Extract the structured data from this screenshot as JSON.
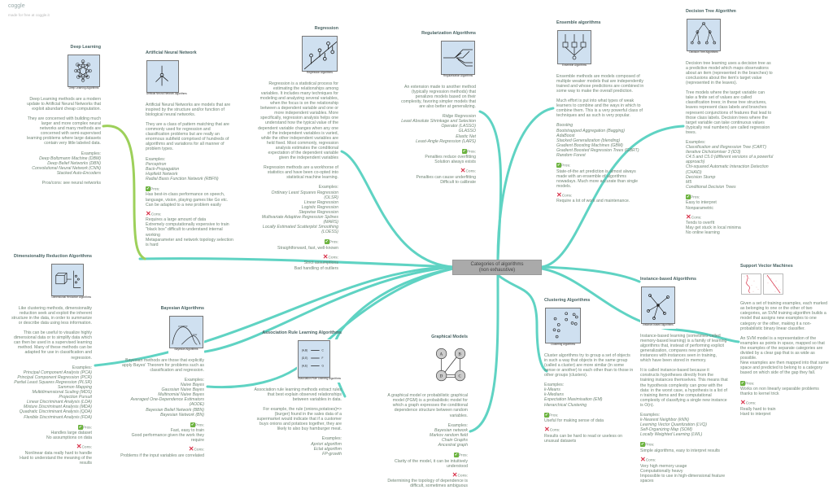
{
  "brand": {
    "logo": "coggle",
    "tagline": "made for free at coggle.it"
  },
  "center": {
    "line1": "Categories of algorithms",
    "line2": "(non exhaustive)"
  },
  "colors": {
    "branch": "#5fd3c3",
    "deep_learning_branch": "#9dd05a",
    "pros": "#6cb33f",
    "cons": "#d8334a"
  },
  "labels": {
    "examples": "Examples:",
    "pros": "Pros:",
    "cons": "Cons:"
  },
  "sections": [
    {
      "id": "deep",
      "title": "Deep Learning",
      "caption": "Deep Learning Algorithms",
      "icon": "neural-mesh-icon",
      "paras": [
        "Deep Learning methods are a modern update to Artificial Neural Networks that exploit abundant cheap computation.",
        "They are concerned with building much larger and more complex neural networks and many methods are concerned with semi-supervised learning problems where large datasets contain very little labeled data."
      ],
      "examples": [
        "Deep Boltzmann Machine (DBM)",
        "Deep Belief Networks (DBN)",
        "Convolutional Neural Network (CNN)",
        "Stacked Auto-Encoders"
      ],
      "note": "Pros/cons: see neural networks"
    },
    {
      "id": "ann",
      "title": "Artificial Neural Network",
      "caption": "Artificial Neural Network Algorithms",
      "icon": "neuron-icon",
      "paras": [
        "Artificial Neural Networks are models that are inspired by the structure and/or function of biological neural networks.",
        "They are a class of pattern matching that are commonly used for regression and classification problems but are really an enormous subfield comprised of hundreds of algorithms and variations for all manner of problem types."
      ],
      "examples": [
        "Perceptron",
        "Back-Propagation",
        "Hopfield Network",
        "Radial Basis Function Network (RBFN)"
      ],
      "pros": [
        "Has best-in-class performance on speech, language, vision, playing games like Go etc.",
        "Can be adapted to a new problem easily"
      ],
      "cons": [
        "Requires a large amount of data",
        "Extremely computationally expensive to train",
        "\"black box\" difficult to understand internal working",
        "Metaparameter and network topology selection is hard"
      ]
    },
    {
      "id": "reg",
      "title": "Regression",
      "caption": "Regression Algorithms",
      "icon": "regression-line-icon",
      "paras": [
        "Regression is a statistical process for estimating the relationships among variables. It includes many techniques for modeling and analyzing several variables, when the focus is on the relationship between a dependent variable and one or more independent variables. More specifically, regression analysis helps one understand how the typical value of the dependent variable changes when any one of the independent variables is varied, while the other independent variables are held fixed. Most commonly, regression analysis estimates the conditional expectation of the dependent variable given the independent variables",
        "Regression methods are a workhorse of statistics and have been co-opted into statistical machine learning."
      ],
      "examples": [
        "Ordinary Least Squares Regression (OLSR)",
        "Linear Regression",
        "Logistic Regression",
        "Stepwise Regression",
        "Multivariate Adaptive Regression Splines (MARS)",
        "Locally Estimated Scatterplot Smoothing (LOESS)"
      ],
      "pros": [
        "Straightforward, fast, well-known"
      ],
      "cons": [
        "Strict assumptions",
        "Bad handling of outliers"
      ]
    },
    {
      "id": "regu",
      "title": "Regularization Algorithms",
      "caption": "Regularization Algorithms",
      "icon": "branching-lines-icon",
      "paras": [
        "An extension made to another method (typically regression methods) that penalizes models based on their complexity, favoring simpler models that are also better at generalizing."
      ],
      "examples": [
        "Ridge Regression",
        "Least Absolute Shrinkage and Selection Operator (LASSO)",
        "GLASSO",
        "Elastic Net",
        "Least-Angle Regression (LARS)"
      ],
      "pros": [
        "Penalties reduce overfitting",
        "Solution always exists"
      ],
      "cons": [
        "Penalties can cause underfitting",
        "Difficult to calibrate"
      ]
    },
    {
      "id": "ens",
      "title": "Ensemble algorithms",
      "caption": "Ensemble Algorithms",
      "icon": "ensemble-icon",
      "paras": [
        "Ensemble methods are models composed of multiple weaker models that are independently trained and whose predictions are combined in some way to make the overall prediction.",
        "Much effort is put into what types of weak learners to combine and the ways in which to combine them. This is a very powerful class of techniques and as such is very popular."
      ],
      "examples": [
        "Boosting",
        "Bootstrapped Aggregation (Bagging)",
        "AdaBoost",
        "Stacked Generalization (blending)",
        "Gradient Boosting Machines (GBM)",
        "Gradient Boosted Regression Trees (GBRT)",
        "Random Forest"
      ],
      "pros": [
        "State-of-the art prediction is almost always made with an ensemble of algorithms nowadays. Much more accurate than single models."
      ],
      "cons": [
        "Require a lot of work and maintenance."
      ]
    },
    {
      "id": "dt",
      "title": "Decision Tree Algorithm",
      "caption": "Decision Tree Algorithms",
      "icon": "tree-icon",
      "paras": [
        "Decision tree learning uses a decision tree as a predictive model which maps observations about an item (represented in the branches) to conclusions about the item's target value (represented in the leaves).",
        "Tree models where the target variable can take a finite set of values are called classification trees; in these tree structures, leaves represent class labels and branches represent conjunctions of features that lead to those class labels. Decision trees where the target variable can take continuous values (typically real numbers) are called regression trees."
      ],
      "examples": [
        "Classification and Regression Tree (CART)",
        "Iterative Dichotomiser 3 (ID3)",
        "C4.5 and C5.0 (different versions of a powerful approach)",
        "Chi-squared Automatic Interaction Detection (CHAID)",
        "Decision Stump",
        "M5",
        "Conditional Decision Trees"
      ],
      "pros": [
        "Easy to interpret",
        "Nonparametric"
      ],
      "cons": [
        "Tends to overfit",
        "May get stuck in local minima",
        "No online learning"
      ]
    },
    {
      "id": "dim",
      "title": "Dimensionality Reduction Algorithms",
      "caption": "Dimensional Reduction Algorithms",
      "icon": "cube-to-points-icon",
      "paras": [
        "Like clustering methods, dimensionality reduction seek and exploit the inherent structure in the data, in order to summarize or describe data using less information.",
        "This can be useful to visualize highly dimensional data or to simplify data which can then be used in a supervised learning method. Many of these methods can be adapted for use in classification and regression."
      ],
      "examples": [
        "Principal Component Analysis (PCA)",
        "Principal Component Regression (PCR)",
        "Partial Least Squares Regression (PLSR)",
        "Sammon Mapping",
        "Multidimensional Scaling (MDS)",
        "Projection Pursuit",
        "Linear Discriminant Analysis (LDA)",
        "Mixture Discriminant Analysis (MDA)",
        "Quadratic Discriminant Analysis (QDA)",
        "Flexible Discriminant Analysis (FDA)"
      ],
      "pros": [
        "Handles large dataset",
        "No assumptions on data"
      ],
      "cons": [
        "Nonlinear data really hard to handle",
        "Hard to understand the meaning of the results"
      ]
    },
    {
      "id": "bay",
      "title": "Bayesian Algorithms",
      "caption": "Bayesian Algorithms",
      "icon": "distribution-curves-icon",
      "img_labels": [
        "posterior",
        "prior"
      ],
      "paras": [
        "Bayesian methods are those that explicitly apply Bayes' Theorem for problems such as classification and regression."
      ],
      "examples": [
        "Naive Bayes",
        "Gaussian Naive Bayes",
        "Multinomial Naive Bayes",
        "Averaged One-Dependence Estimators (AODE)",
        "Bayesian Belief Network (BBN)",
        "Bayesian Network (BN)"
      ],
      "pros": [
        "Fast, easy to train",
        "Good performance given the work they require"
      ],
      "cons": [
        "Problems if the input variables are correlated"
      ]
    },
    {
      "id": "assoc",
      "title": "Association Rule Learning Algorithms",
      "caption": "Association Rule Learning Algorithms",
      "icon": "rules-arrows-icon",
      "img_labels": [
        "(A,B)",
        "C",
        "(D,E)",
        "F",
        "(A,E)",
        "G"
      ],
      "paras": [
        "Association rule learning methods extract rules that best explain observed relationships between variables in data.",
        "For example, the rule {onions,potatoes}=> {burger} found in the sales data of a supermarket would indicate that if a customer buys onions and potatoes together, they are likely to also buy hamburger meat."
      ],
      "examples": [
        "Apriori algorithm",
        "Eclat algorithm",
        "FP-growth"
      ]
    },
    {
      "id": "graph",
      "title": "Graphical Models",
      "caption": "",
      "icon": "graph-nodes-icon",
      "img_labels": [
        "A",
        "B",
        "D",
        "C"
      ],
      "paras": [
        "A graphical model or probabilistic graphical model (PGM) is a probabilistic model for which a graph expresses the conditional dependence structure between random variables."
      ],
      "examples": [
        "Bayesian network",
        "Markov random field",
        "Chain Graphs",
        "Ancestral graph"
      ],
      "pros": [
        "Clarity of the model, it can be intuitively understood"
      ],
      "cons": [
        "Determining the topology of dependence is difficult, sometimes ambiguous"
      ]
    },
    {
      "id": "clus",
      "title": "Clustering Algorithms",
      "caption": "Clustering Algorithms",
      "icon": "scatter-clusters-icon",
      "paras": [
        "Cluster algorithms try to group a set of objects in such a way that objects in the same group (called a cluster) are more similar (in some sense or another) to each other than to those in other groups (clusters)."
      ],
      "examples": [
        "k-Means",
        "k-Medians",
        "Expectation Maximisation (EM)",
        "Hierarchical Clustering"
      ],
      "pros": [
        "Useful for making sense of data"
      ],
      "cons": [
        "Results can be hard to read or useless on unusual datasets"
      ]
    },
    {
      "id": "inst",
      "title": "Instance-based Algorithms",
      "caption": "Instance-based Algorithms",
      "icon": "star-nodes-icon",
      "paras": [
        "Instance-based learning (sometimes called memory-based learning) is a family of learning algorithms that, instead of performing explicit generalization, compares new problem instances with instances seen in training, which have been stored in memory.",
        "It is called instance-based because it constructs hypotheses directly from the training instances themselves. This means that the hypothesis complexity can grow with the data: in the worst case, a hypothesis is a list of n training items and the computational complexity of classifying a single new instance is O(n)."
      ],
      "examples": [
        "k-Nearest Neighbor (kNN)",
        "Learning Vector Quantization (LVQ)",
        "Self-Organizing Map (SOM)",
        "Locally Weighted Learning (LWL)"
      ],
      "pros": [
        "Simple algorithms, easy to interpret results"
      ],
      "cons": [
        "Very high memory usage",
        "Computationally heavy",
        "Impossible to use in high-dimensional feature spaces"
      ]
    },
    {
      "id": "svm",
      "title": "Support Vector Machines",
      "caption": "",
      "icon": "svm-boundary-icon",
      "paras": [
        "Given a set of training examples, each marked as belonging to one or the other of two categories, an SVM training algorithm builds a model that assigns new examples to one category or the other, making it a non-probabilistic binary linear classifier.",
        "An SVM model is a representation of the examples as points in space, mapped so that the examples of the separate categories are divided by a clear gap that is as wide as possible.\nNew examples are then mapped into that same space and predicted to belong to a category based on which side of the gap they fall."
      ],
      "pros": [
        "Works on non linearly separable problems thanks to kernel trick"
      ],
      "cons": [
        "Really hard to train",
        "Hard to interpret"
      ]
    }
  ]
}
